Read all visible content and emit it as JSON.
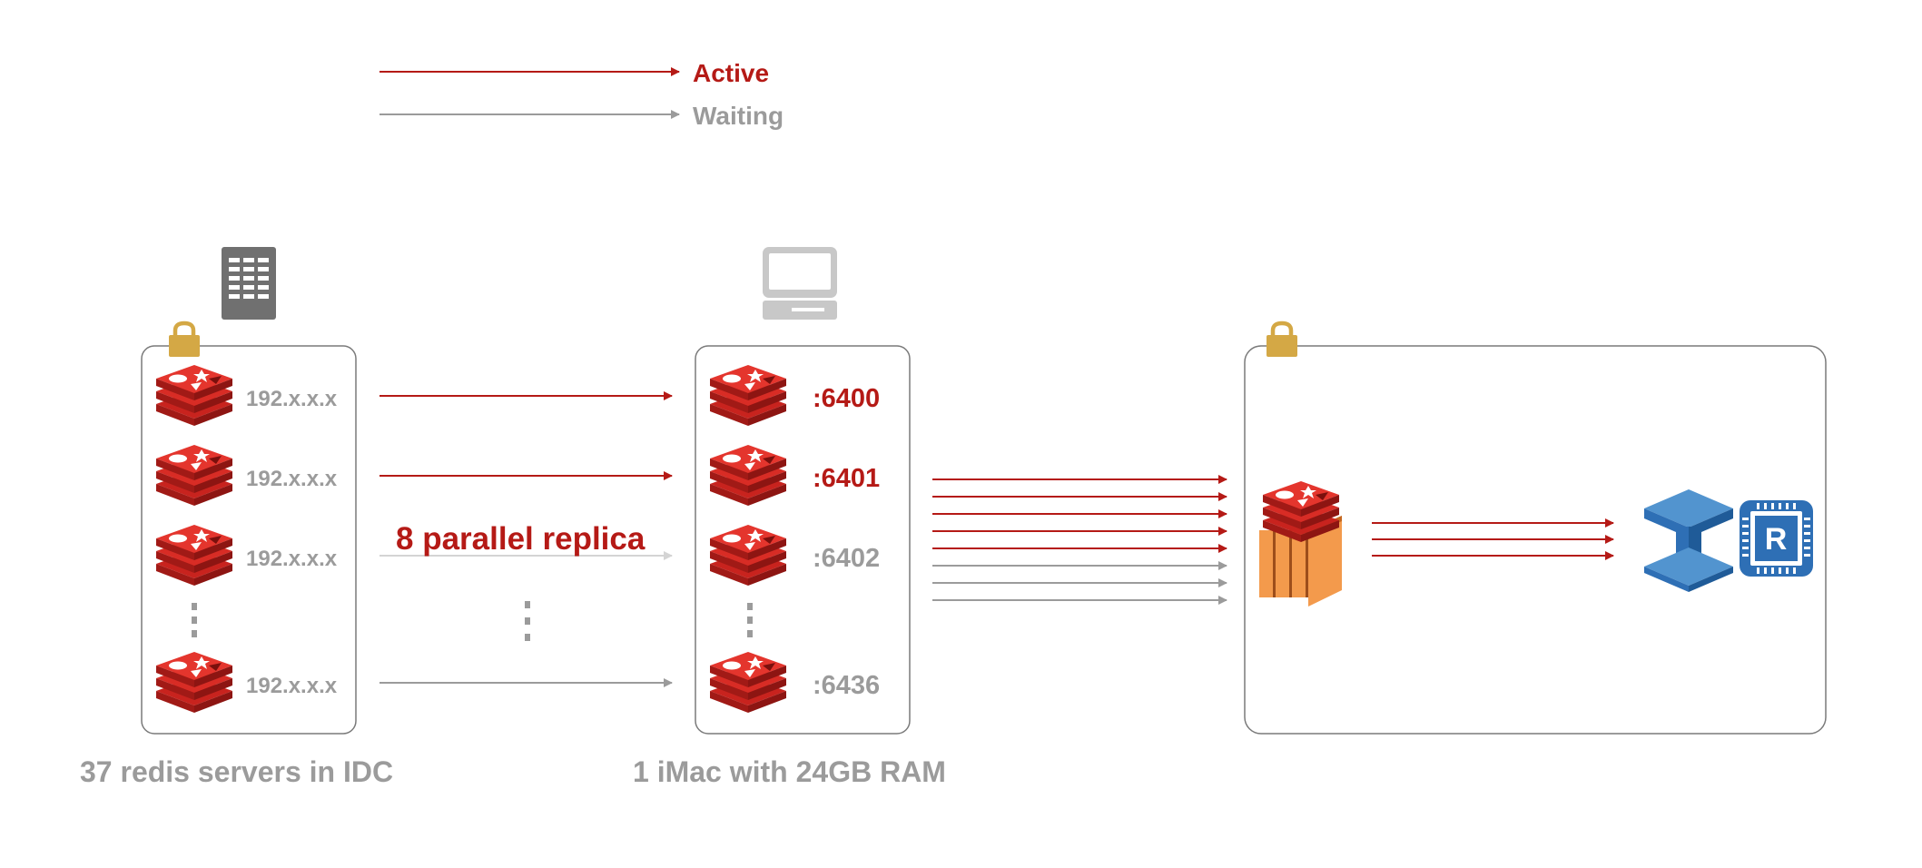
{
  "colors": {
    "active": "#b51a16",
    "waiting": "#9b9b9b",
    "redis_red": "#c8231e",
    "redis_dark": "#a11a16",
    "lock": "#d4a845",
    "server_gray": "#707070",
    "box_border": "#7a7a7a",
    "ec2_orange": "#ef8a3a",
    "aws_blue": "#2e6fb5"
  },
  "legend": {
    "items": [
      {
        "label": "Active",
        "status": "active"
      },
      {
        "label": "Waiting",
        "status": "waiting"
      }
    ]
  },
  "idc": {
    "caption": "37 redis servers in IDC",
    "icon": "server-rack-icon",
    "lock_icon": "lock-icon",
    "rows": [
      {
        "label": "192.x.x.x",
        "status": "waiting"
      },
      {
        "label": "192.x.x.x",
        "status": "waiting"
      },
      {
        "label": "192.x.x.x",
        "status": "waiting"
      },
      {
        "label": "192.x.x.x",
        "status": "waiting"
      }
    ]
  },
  "imac": {
    "caption": "1 iMac with 24GB RAM",
    "icon": "imac-icon",
    "ports": [
      {
        "label": ":6400",
        "status": "active"
      },
      {
        "label": ":6401",
        "status": "active"
      },
      {
        "label": ":6402",
        "status": "waiting"
      },
      {
        "label": ":6436",
        "status": "waiting"
      }
    ]
  },
  "replica_label": "8 parallel replica",
  "links_idc_to_imac": [
    "active",
    "active",
    "waiting",
    "waiting"
  ],
  "links_imac_to_aws": [
    "active",
    "active",
    "active",
    "active",
    "active",
    "waiting",
    "waiting",
    "waiting"
  ],
  "links_ec2_to_target": [
    "active",
    "active",
    "active"
  ],
  "aws": {
    "lock_icon": "lock-icon",
    "ec2_icon": "ec2-instance-icon",
    "elasticache_icon": "elasticache-icon",
    "redis_node_icon": "elasticache-redis-node-icon",
    "redis_node_letter": "R"
  }
}
